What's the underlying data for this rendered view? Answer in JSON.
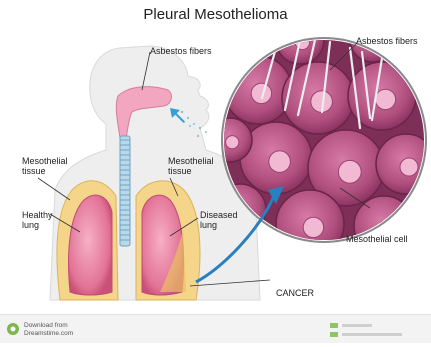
{
  "title": "Pleural Mesothelioma",
  "labels": {
    "asbestos_left": "Asbestos fibers",
    "asbestos_right": "Asbestos fibers",
    "meso_tissue_left": [
      "Mesothelial",
      "tissue"
    ],
    "meso_tissue_right": [
      "Mesothelial",
      "tissue"
    ],
    "healthy_lung": [
      "Healthy",
      "lung"
    ],
    "diseased_lung": [
      "Diseased",
      "lung"
    ],
    "mesothelial_cell": "Mesothelial cell",
    "cancer": "CANCER"
  },
  "footer": {
    "download_from": "Download from",
    "site": "Dreamstime.com"
  },
  "colors": {
    "lung_pink": "#e87fa0",
    "pleura_yellow": "#f3d27a",
    "cell_purple": "#b2507e",
    "arrow_blue": "#2a7fbf"
  }
}
